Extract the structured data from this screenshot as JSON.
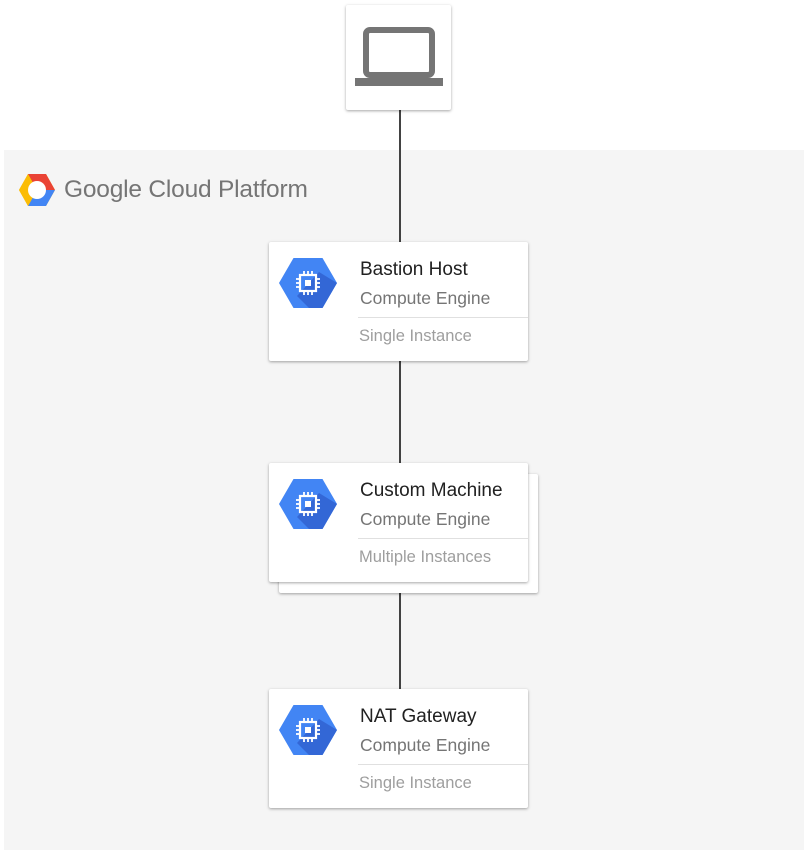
{
  "platform": {
    "title": "Google Cloud Platform",
    "logo_icon": "google-cloud-hexagon-logo",
    "logo_colors": [
      "#EA4335",
      "#FBBC05",
      "#34A853",
      "#4285F4"
    ]
  },
  "client": {
    "icon": "laptop-icon",
    "icon_color": "#757575"
  },
  "nodes": [
    {
      "title": "Bastion Host",
      "service": "Compute Engine",
      "note": "Single Instance",
      "icon": "compute-engine-icon",
      "stacked": false
    },
    {
      "title": "Custom Machine",
      "service": "Compute Engine",
      "note": "Multiple Instances",
      "icon": "compute-engine-icon",
      "stacked": true
    },
    {
      "title": "NAT Gateway",
      "service": "Compute Engine",
      "note": "Single Instance",
      "icon": "compute-engine-icon",
      "stacked": false
    }
  ],
  "colors": {
    "icon_blue": "#4285F4",
    "icon_blue_shade": "#3367D6",
    "connector": "#424242",
    "panel_background": "#F5F5F5"
  }
}
